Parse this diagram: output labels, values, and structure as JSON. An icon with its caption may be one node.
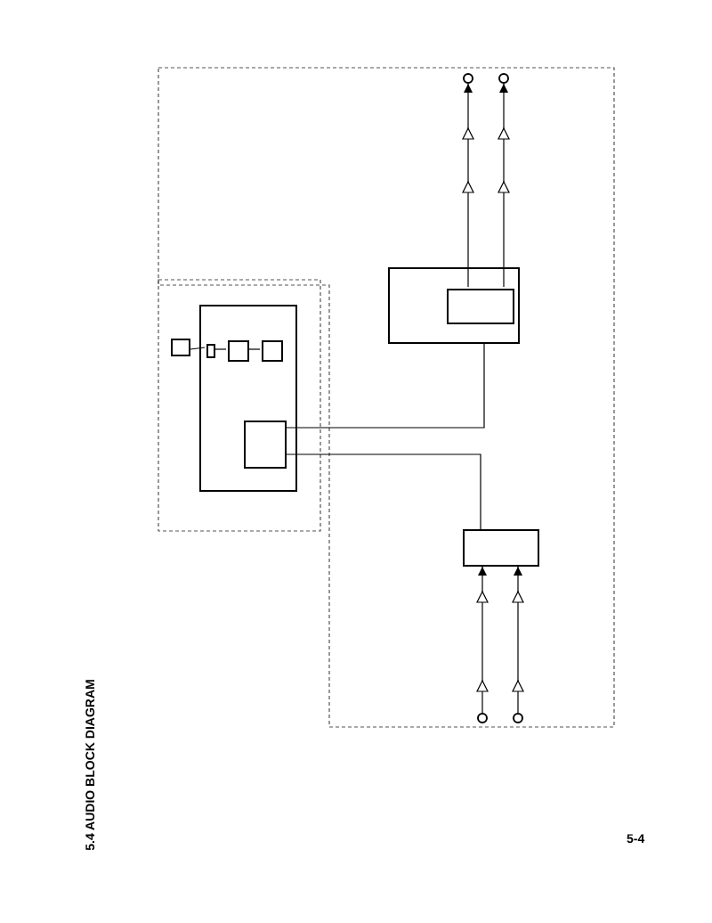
{
  "diagram": {
    "title": "5.4  AUDIO BLOCK DIAGRAM",
    "nodes": [
      {
        "text": [],
        "shape": "box"
      },
      {
        "text": [],
        "shape": "box"
      },
      {
        "text": [],
        "shape": "box",
        "in": 0
      },
      {
        "text": [],
        "shape": "box",
        "in": 0
      },
      {
        "text": [],
        "shape": "box",
        "in": 0
      },
      {
        "text": [],
        "shape": "box",
        "in": 0
      },
      {
        "text": [],
        "shape": "box"
      },
      {
        "text": [],
        "shape": "box",
        "in": 6
      },
      {
        "text": [],
        "shape": "box"
      },
      {
        "text": [],
        "shape": "circle"
      },
      {
        "text": [],
        "shape": "circle"
      },
      {
        "text": [],
        "shape": "circle"
      },
      {
        "text": [],
        "shape": "circle"
      }
    ],
    "edges": [
      {
        "from": 1,
        "to": 2,
        "arrow": "none"
      },
      {
        "from": 2,
        "to": 3,
        "arrow": "none"
      },
      {
        "from": 3,
        "to": 4,
        "arrow": "none"
      },
      {
        "from": 11,
        "to": 8,
        "arrow": "to"
      },
      {
        "from": 12,
        "to": 8,
        "arrow": "to"
      },
      {
        "from": 7,
        "to": 9,
        "arrow": "to"
      },
      {
        "from": 7,
        "to": 10,
        "arrow": "to"
      },
      {
        "from": 5,
        "to": 6,
        "arrow": "none"
      },
      {
        "from": 5,
        "to": 8,
        "arrow": "none"
      }
    ],
    "labels": [
      "5-4"
    ]
  }
}
